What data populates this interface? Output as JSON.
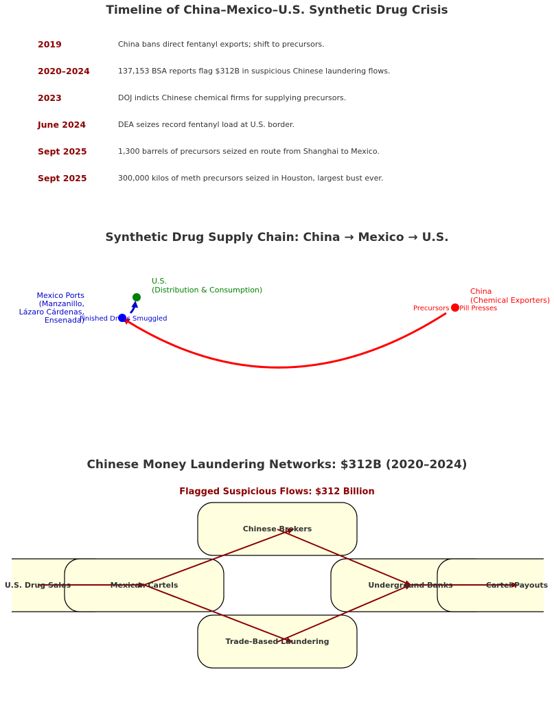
{
  "colors": {
    "title": "#333333",
    "year": "#8b0000",
    "china": "#ff0000",
    "mexico": "#0000cc",
    "us": "#008000",
    "flow": "#8b0000",
    "box_fill": "#ffffe0"
  },
  "timeline": {
    "title": "Timeline of China–Mexico–U.S. Synthetic Drug Crisis",
    "events": [
      {
        "year": "2019",
        "text": "China bans direct fentanyl exports; shift to precursors."
      },
      {
        "year": "2020–2024",
        "text": "137,153 BSA reports flag $312B in suspicious Chinese laundering flows."
      },
      {
        "year": "2023",
        "text": "DOJ indicts Chinese chemical firms for supplying precursors."
      },
      {
        "year": "June 2024",
        "text": "DEA seizes record fentanyl load at U.S. border."
      },
      {
        "year": "Sept 2025",
        "text": "1,300 barrels of precursors seized en route from Shanghai to Mexico."
      },
      {
        "year": "Sept 2025",
        "text": "300,000 kilos of meth precursors seized in Houston, largest bust ever."
      }
    ]
  },
  "supply_chain": {
    "title": "Synthetic Drug Supply Chain: China → Mexico → U.S.",
    "us": {
      "line1": "U.S.",
      "line2": "(Distribution & Consumption)"
    },
    "mexico": {
      "line1": "Mexico Ports",
      "line2": "(Manzanillo,",
      "line3": "Lázaro Cárdenas,",
      "line4": "Ensenada)"
    },
    "china": {
      "line1": "China",
      "line2": "(Chemical Exporters)"
    },
    "flow_china_mexico": "Precursors + Pill Presses",
    "flow_mexico_us": "Finished Drugs Smuggled"
  },
  "laundering": {
    "title": "Chinese Money Laundering Networks: $312B (2020–2024)",
    "subtitle": "Flagged Suspicious Flows: $312 Billion",
    "nodes": {
      "us_sales": "U.S. Drug Sales",
      "cartels": "Mexican Cartels",
      "brokers": "Chinese Brokers",
      "trade": "Trade-Based Laundering",
      "banks": "Underground Banks",
      "payouts": "Cartel Payouts"
    }
  }
}
